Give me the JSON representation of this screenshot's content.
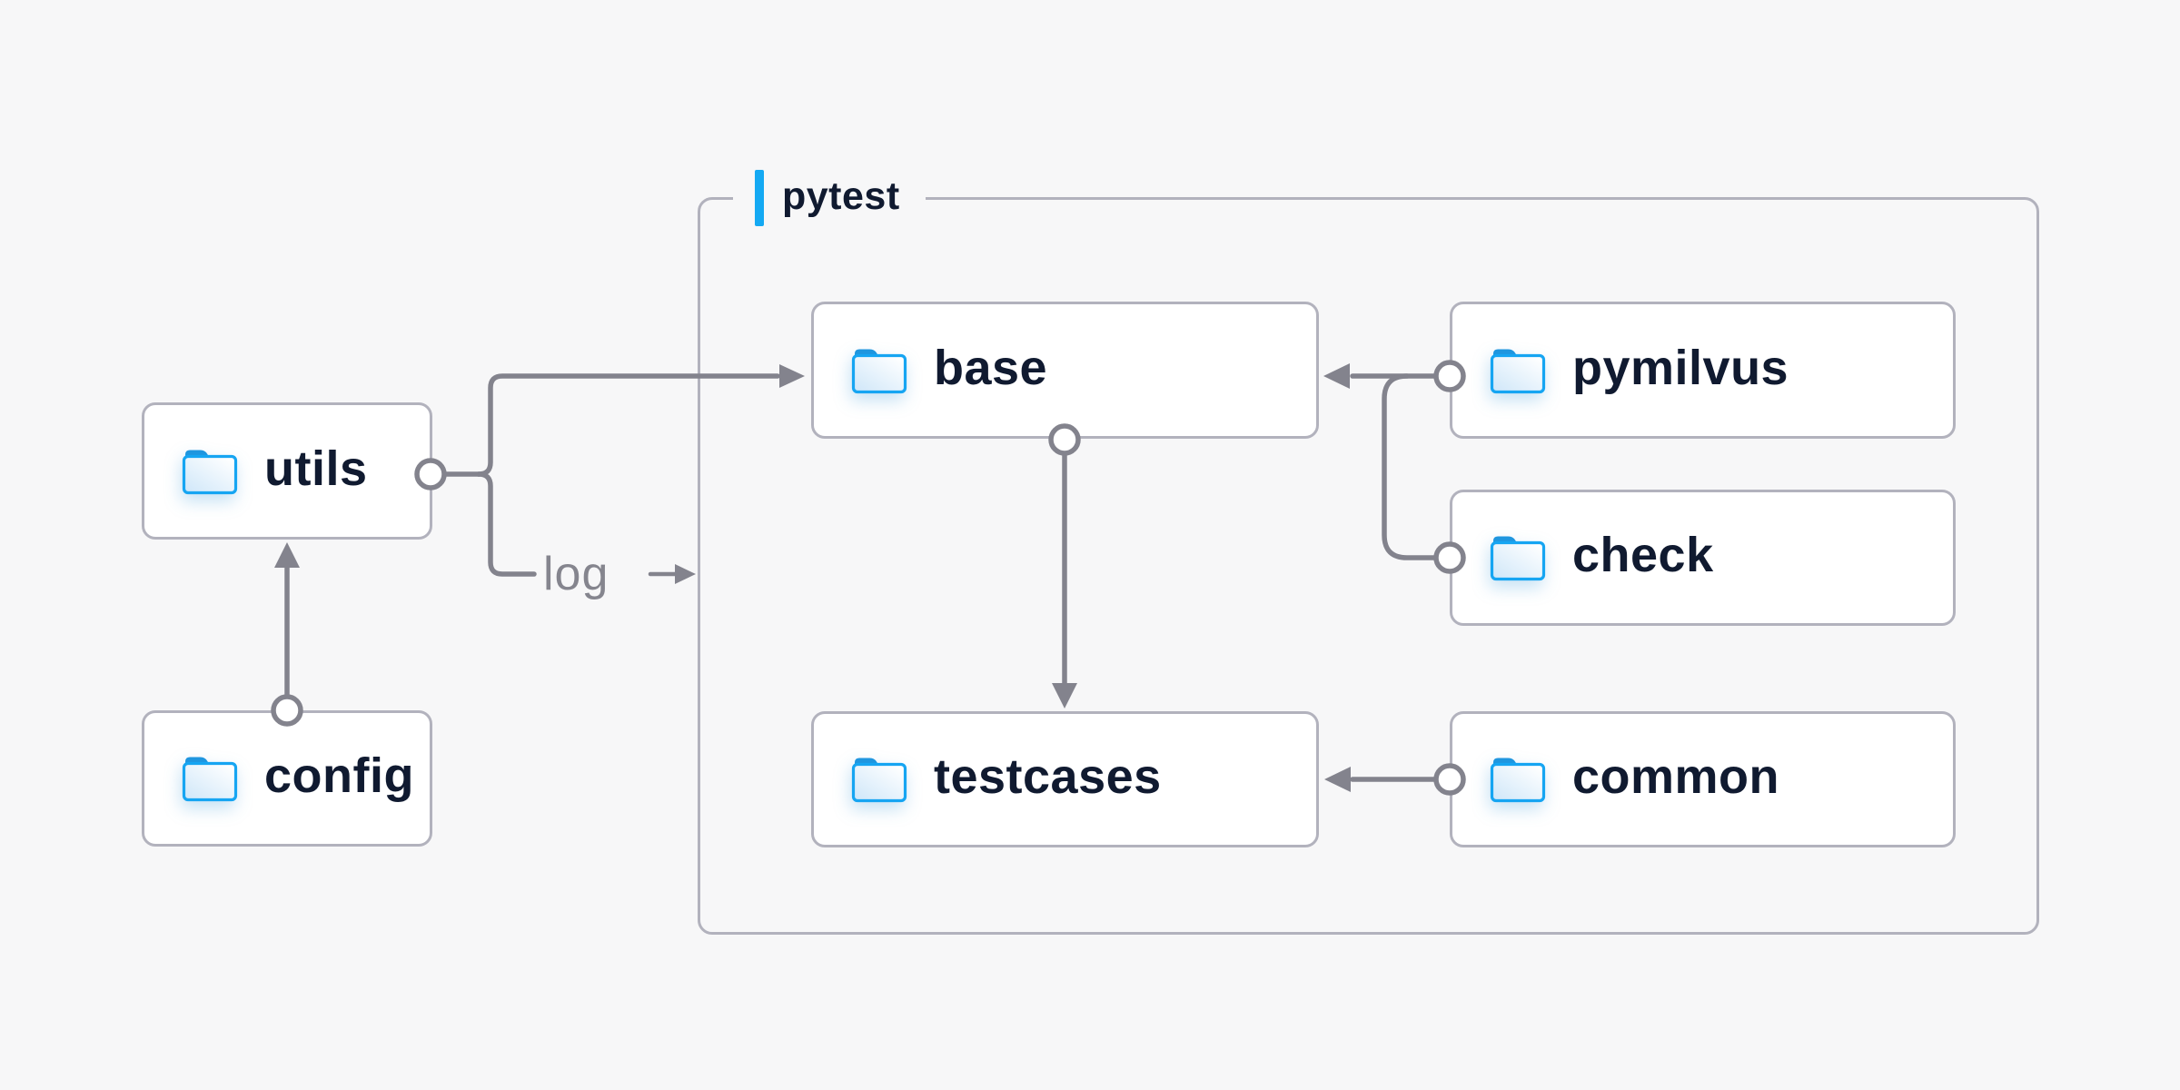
{
  "diagram": {
    "title_container_label": "pytest",
    "nodes": {
      "utils": {
        "label": "utils"
      },
      "config": {
        "label": "config"
      },
      "base": {
        "label": "base"
      },
      "pymilvus": {
        "label": "pymilvus"
      },
      "check": {
        "label": "check"
      },
      "testcases": {
        "label": "testcases"
      },
      "common": {
        "label": "common"
      }
    },
    "edge_label": "log",
    "edges": [
      {
        "from": "config",
        "to": "utils"
      },
      {
        "from": "utils",
        "to": "base"
      },
      {
        "from": "utils",
        "to": "log",
        "label": "log"
      },
      {
        "from": "pymilvus",
        "to": "base"
      },
      {
        "from": "check",
        "to": "base"
      },
      {
        "from": "base",
        "to": "testcases"
      },
      {
        "from": "common",
        "to": "testcases"
      }
    ],
    "colors": {
      "background": "#f7f7f8",
      "box_fill": "#ffffff",
      "box_border": "#b2b2bd",
      "wire": "#83838d",
      "text": "#101a30",
      "muted_text": "#85858e",
      "accent_blue": "#14a9f3",
      "folder_stroke": "#16a5f2",
      "folder_tab": "#1f96df"
    }
  }
}
